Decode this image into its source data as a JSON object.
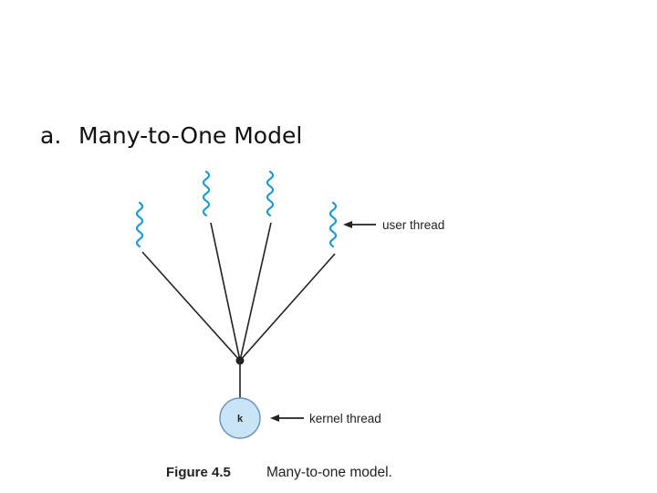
{
  "slide": {
    "list_marker": "a.",
    "heading": "Many-to-One Model"
  },
  "diagram": {
    "user_thread_label": "user thread",
    "kernel_thread_label": "kernel thread",
    "kernel_node_label": "k",
    "caption_figure": "Figure 4.5",
    "caption_text": "Many-to-one model.",
    "user_thread_count": 4
  },
  "colors": {
    "thread_squiggle": "#1f9ad6",
    "kernel_fill": "#c8e4f6",
    "kernel_stroke": "#6a93b6",
    "line": "#222222",
    "text": "#222222"
  }
}
